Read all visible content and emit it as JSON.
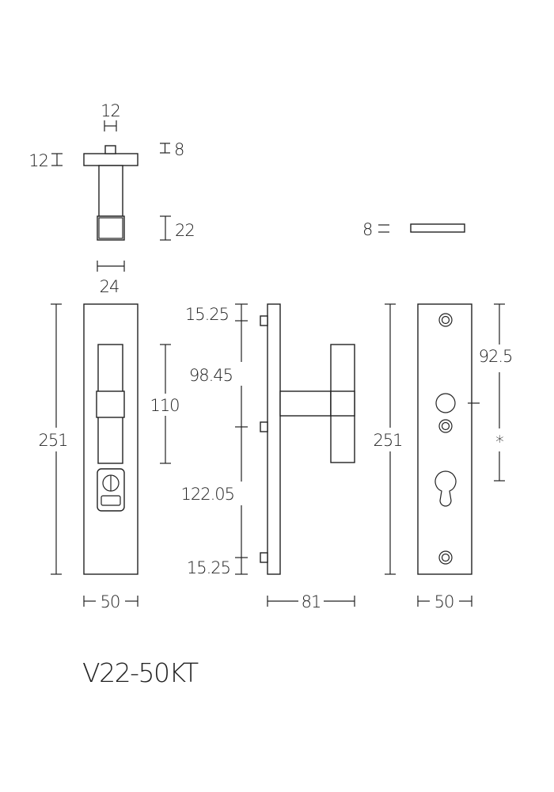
{
  "product_code": "V22-50KT",
  "top_view": {
    "dim_rose_width": "12",
    "dim_rose_height": "12",
    "dim_rose_thickness": "8",
    "dim_grip_height": "22",
    "dim_grip_width": "24"
  },
  "profile_view": {
    "dim_thickness": "8"
  },
  "front_view_left": {
    "dim_height": "251",
    "dim_width": "50",
    "dim_handle": "110"
  },
  "side_view": {
    "dim_top": "15.25",
    "dim_upper": "98.45",
    "dim_lower": "122.05",
    "dim_bottom": "15.25",
    "dim_projection": "81"
  },
  "front_view_right": {
    "dim_height": "251",
    "dim_width": "50",
    "dim_center": "92.5",
    "dim_star": "*"
  }
}
